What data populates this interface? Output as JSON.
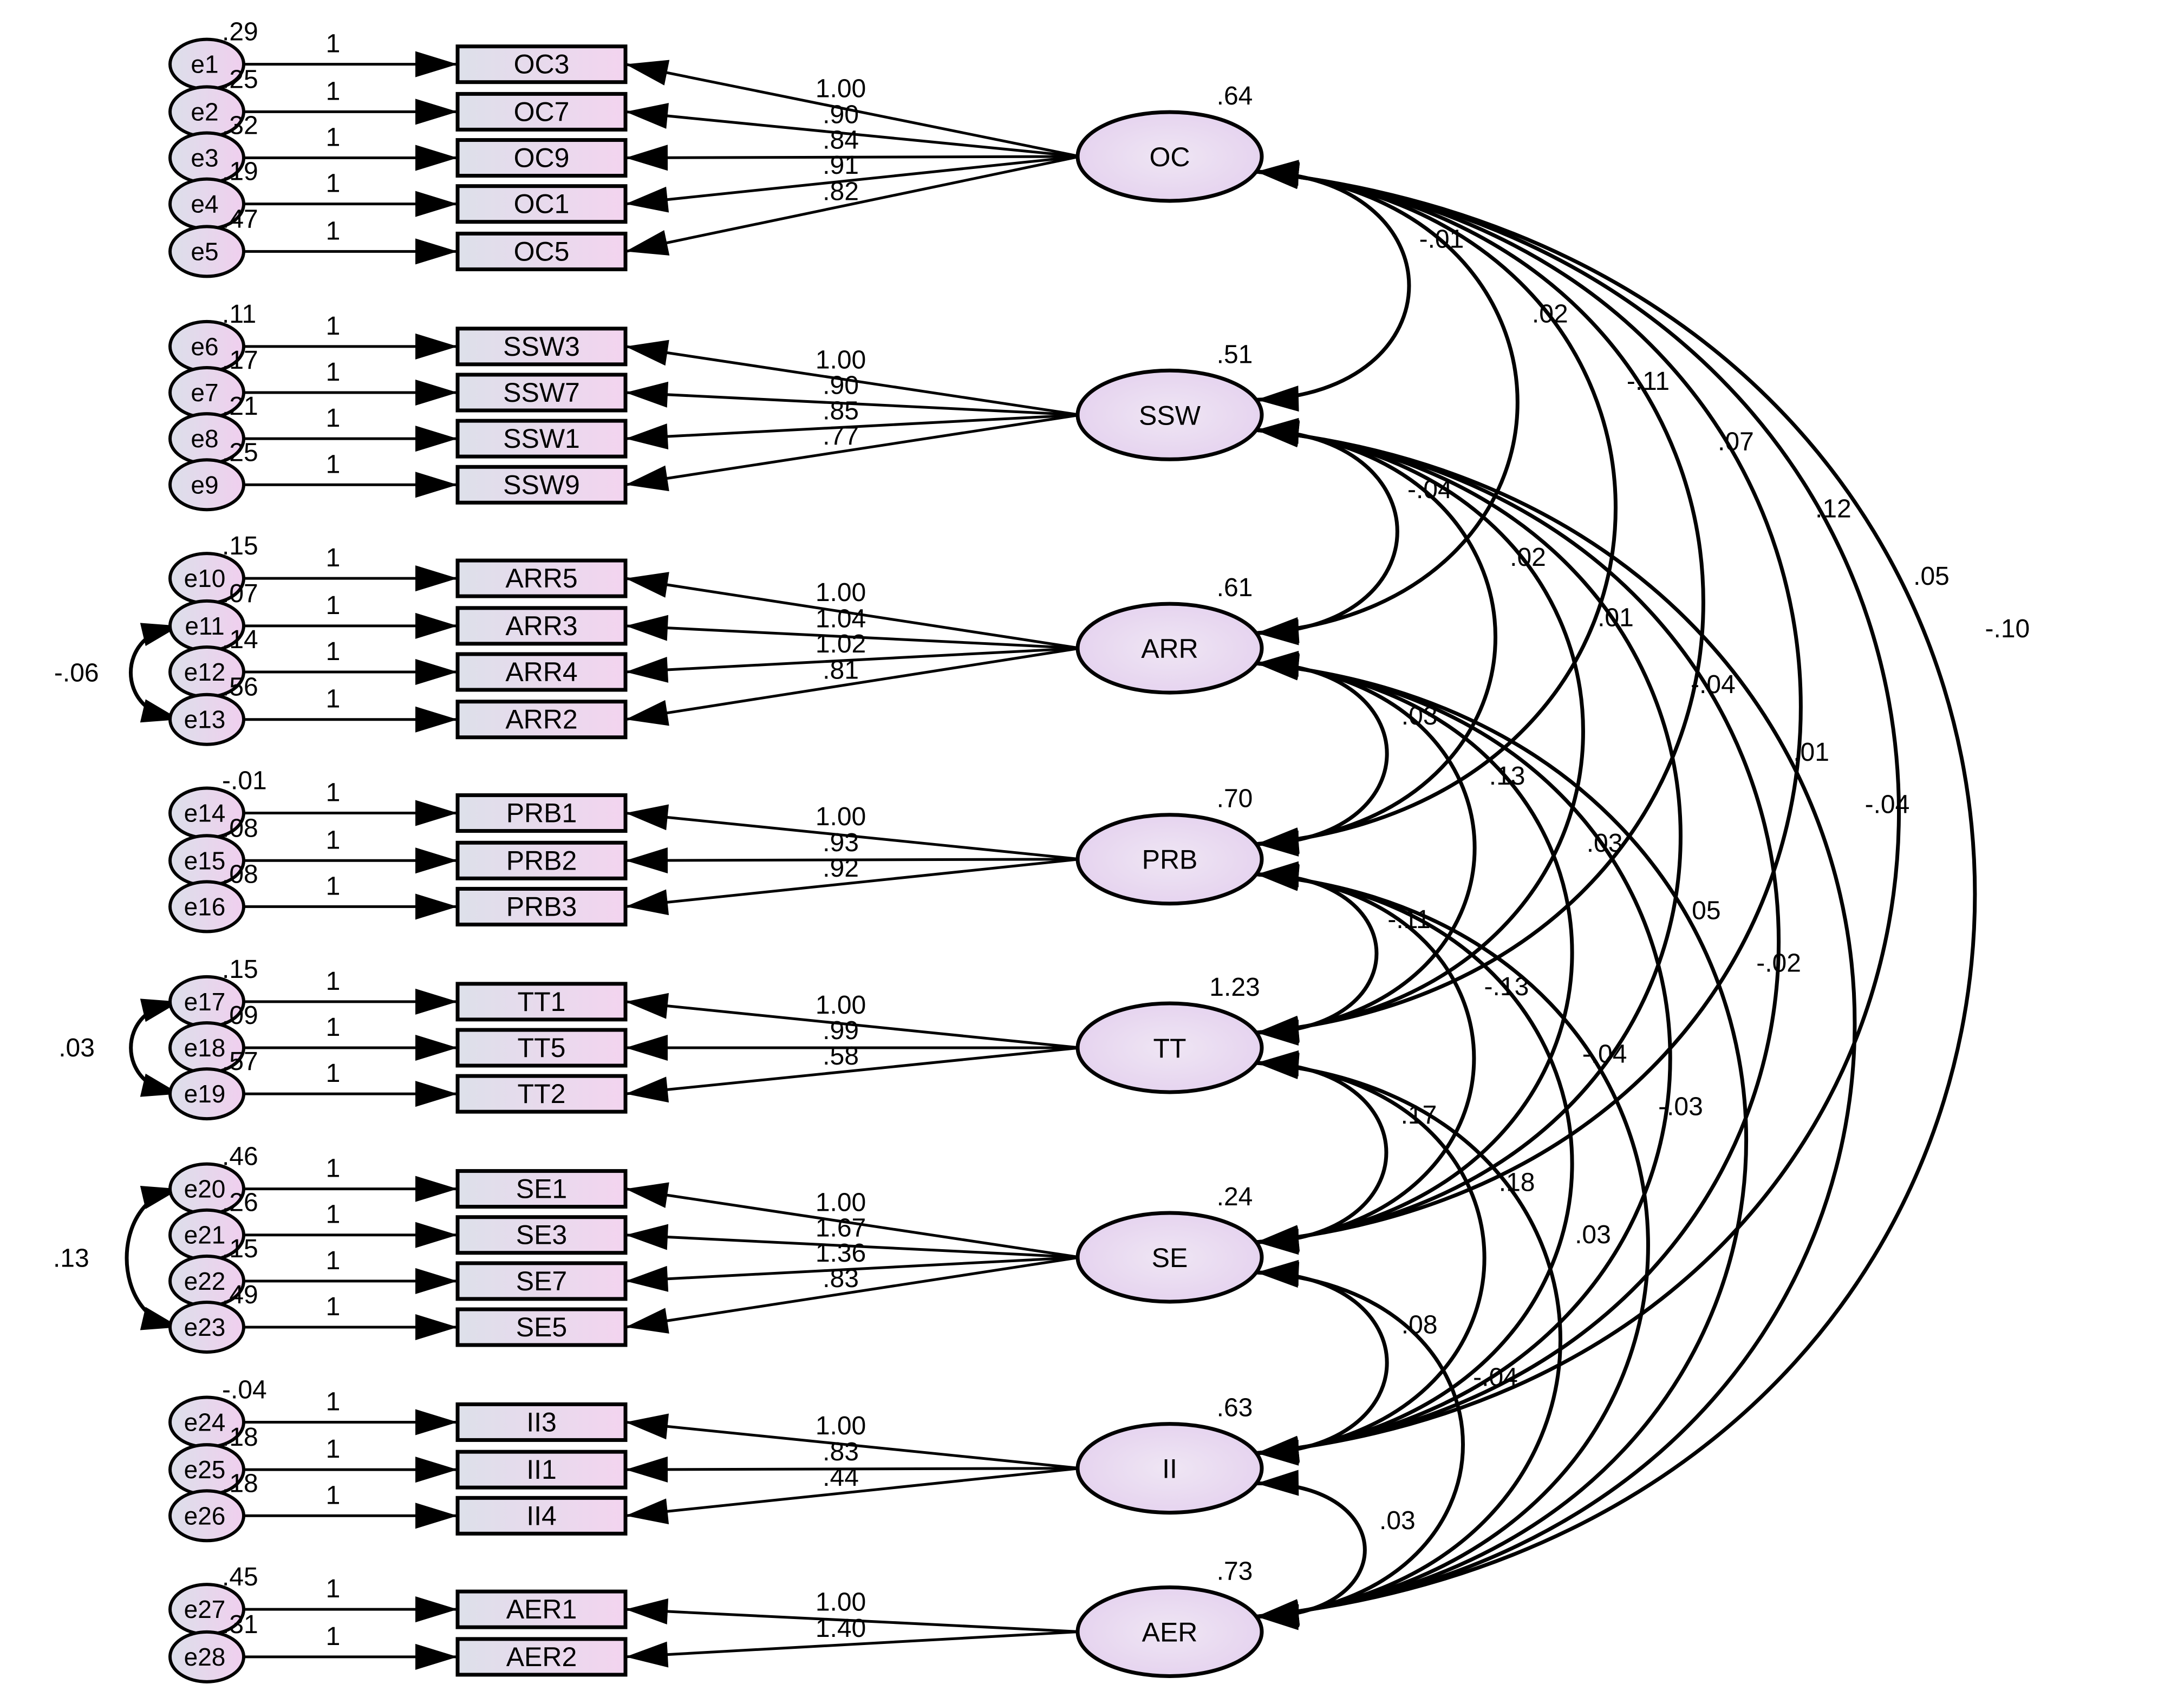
{
  "factors": [
    {
      "name": "OC",
      "variance": ".64",
      "indicators": [
        {
          "name": "OC3",
          "error": "e1",
          "err_var": ".29",
          "loading": "1.00"
        },
        {
          "name": "OC7",
          "error": "e2",
          "err_var": ".25",
          "loading": ".90"
        },
        {
          "name": "OC9",
          "error": "e3",
          "err_var": ".32",
          "loading": ".84"
        },
        {
          "name": "OC1",
          "error": "e4",
          "err_var": ".19",
          "loading": ".91"
        },
        {
          "name": "OC5",
          "error": "e5",
          "err_var": ".47",
          "loading": ".82"
        }
      ]
    },
    {
      "name": "SSW",
      "variance": ".51",
      "indicators": [
        {
          "name": "SSW3",
          "error": "e6",
          "err_var": ".11",
          "loading": "1.00"
        },
        {
          "name": "SSW7",
          "error": "e7",
          "err_var": ".17",
          "loading": ".90"
        },
        {
          "name": "SSW1",
          "error": "e8",
          "err_var": ".21",
          "loading": ".85"
        },
        {
          "name": "SSW9",
          "error": "e9",
          "err_var": ".25",
          "loading": ".77"
        }
      ]
    },
    {
      "name": "ARR",
      "variance": ".61",
      "indicators": [
        {
          "name": "ARR5",
          "error": "e10",
          "err_var": ".15",
          "loading": "1.00"
        },
        {
          "name": "ARR3",
          "error": "e11",
          "err_var": ".07",
          "loading": "1.04"
        },
        {
          "name": "ARR4",
          "error": "e12",
          "err_var": ".14",
          "loading": "1.02"
        },
        {
          "name": "ARR2",
          "error": "e13",
          "err_var": ".56",
          "loading": ".81"
        }
      ]
    },
    {
      "name": "PRB",
      "variance": ".70",
      "indicators": [
        {
          "name": "PRB1",
          "error": "e14",
          "err_var": "-.01",
          "loading": "1.00"
        },
        {
          "name": "PRB2",
          "error": "e15",
          "err_var": ".08",
          "loading": ".93"
        },
        {
          "name": "PRB3",
          "error": "e16",
          "err_var": ".08",
          "loading": ".92"
        }
      ]
    },
    {
      "name": "TT",
      "variance": "1.23",
      "indicators": [
        {
          "name": "TT1",
          "error": "e17",
          "err_var": ".15",
          "loading": "1.00"
        },
        {
          "name": "TT5",
          "error": "e18",
          "err_var": ".09",
          "loading": ".99"
        },
        {
          "name": "TT2",
          "error": "e19",
          "err_var": ".57",
          "loading": ".58"
        }
      ]
    },
    {
      "name": "SE",
      "variance": ".24",
      "indicators": [
        {
          "name": "SE1",
          "error": "e20",
          "err_var": ".46",
          "loading": "1.00"
        },
        {
          "name": "SE3",
          "error": "e21",
          "err_var": ".26",
          "loading": "1.67"
        },
        {
          "name": "SE7",
          "error": "e22",
          "err_var": ".15",
          "loading": "1.36"
        },
        {
          "name": "SE5",
          "error": "e23",
          "err_var": ".49",
          "loading": ".83"
        }
      ]
    },
    {
      "name": "II",
      "variance": ".63",
      "indicators": [
        {
          "name": "II3",
          "error": "e24",
          "err_var": "-.04",
          "loading": "1.00"
        },
        {
          "name": "II1",
          "error": "e25",
          "err_var": ".18",
          "loading": ".83"
        },
        {
          "name": "II4",
          "error": "e26",
          "err_var": ".18",
          "loading": ".44"
        }
      ]
    },
    {
      "name": "AER",
      "variance": ".73",
      "indicators": [
        {
          "name": "AER1",
          "error": "e27",
          "err_var": ".45",
          "loading": "1.00"
        },
        {
          "name": "AER2",
          "error": "e28",
          "err_var": ".31",
          "loading": "1.40"
        }
      ]
    }
  ],
  "error_path_label": "1",
  "error_covariances": [
    {
      "from": "e11",
      "to": "e13",
      "value": "-.06"
    },
    {
      "from": "e17",
      "to": "e19",
      "value": ".03"
    },
    {
      "from": "e20",
      "to": "e23",
      "value": ".13"
    }
  ],
  "factor_covariances": [
    {
      "from": "OC",
      "to": "SSW",
      "value": "-.01"
    },
    {
      "from": "OC",
      "to": "ARR",
      "value": ".02"
    },
    {
      "from": "OC",
      "to": "PRB",
      "value": "-.11"
    },
    {
      "from": "OC",
      "to": "TT",
      "value": ".07"
    },
    {
      "from": "OC",
      "to": "SE",
      "value": ".12"
    },
    {
      "from": "OC",
      "to": "II",
      "value": ".05"
    },
    {
      "from": "OC",
      "to": "AER",
      "value": "-.10"
    },
    {
      "from": "SSW",
      "to": "ARR",
      "value": "-.04"
    },
    {
      "from": "SSW",
      "to": "PRB",
      "value": ".02"
    },
    {
      "from": "SSW",
      "to": "TT",
      "value": ".01"
    },
    {
      "from": "SSW",
      "to": "SE",
      "value": "-.04"
    },
    {
      "from": "SSW",
      "to": "II",
      "value": ".01"
    },
    {
      "from": "SSW",
      "to": "AER",
      "value": "-.04"
    },
    {
      "from": "ARR",
      "to": "PRB",
      "value": ".03"
    },
    {
      "from": "ARR",
      "to": "TT",
      "value": ".13"
    },
    {
      "from": "ARR",
      "to": "SE",
      "value": ".03"
    },
    {
      "from": "ARR",
      "to": "II",
      "value": ".05"
    },
    {
      "from": "ARR",
      "to": "AER",
      "value": "-.02"
    },
    {
      "from": "PRB",
      "to": "TT",
      "value": "-.11"
    },
    {
      "from": "PRB",
      "to": "SE",
      "value": "-.13"
    },
    {
      "from": "PRB",
      "to": "II",
      "value": "-.04"
    },
    {
      "from": "PRB",
      "to": "AER",
      "value": "-.03"
    },
    {
      "from": "TT",
      "to": "SE",
      "value": ".17"
    },
    {
      "from": "TT",
      "to": "II",
      "value": ".18"
    },
    {
      "from": "TT",
      "to": "AER",
      "value": ".03"
    },
    {
      "from": "SE",
      "to": "II",
      "value": ".08"
    },
    {
      "from": "SE",
      "to": "AER",
      "value": "-.04"
    },
    {
      "from": "II",
      "to": "AER",
      "value": ".03"
    }
  ]
}
